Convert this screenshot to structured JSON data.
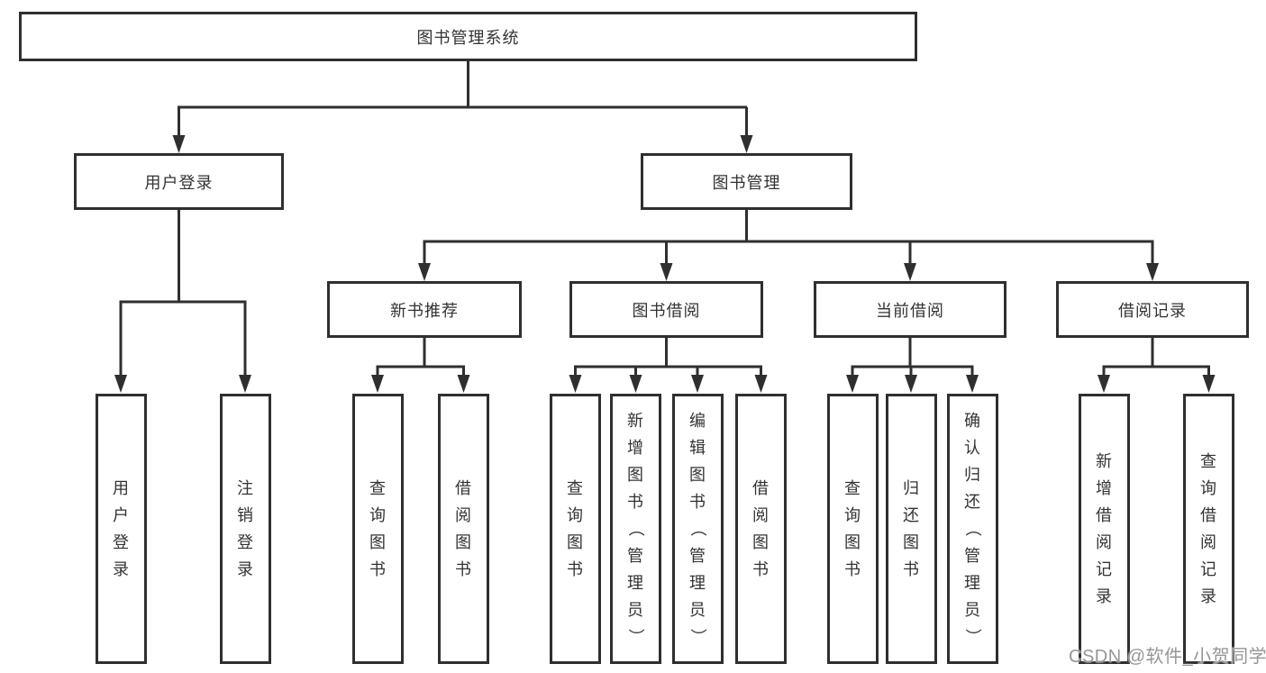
{
  "diagram": {
    "title": "图书管理系统",
    "tree": {
      "root": "图书管理系统",
      "branches": [
        {
          "label": "用户登录",
          "children": [
            {
              "label": "用户登录"
            },
            {
              "label": "注销登录"
            }
          ]
        },
        {
          "label": "图书管理",
          "children": [
            {
              "label": "新书推荐",
              "children": [
                {
                  "label": "查询图书"
                },
                {
                  "label": "借阅图书"
                }
              ]
            },
            {
              "label": "图书借阅",
              "children": [
                {
                  "label": "查询图书"
                },
                {
                  "label": "新增图书（管理员）"
                },
                {
                  "label": "编辑图书（管理员）"
                },
                {
                  "label": "借阅图书"
                }
              ]
            },
            {
              "label": "当前借阅",
              "children": [
                {
                  "label": "查询图书"
                },
                {
                  "label": "归还图书"
                },
                {
                  "label": "确认归还（管理员）"
                }
              ]
            },
            {
              "label": "借阅记录",
              "children": [
                {
                  "label": "新增借阅记录"
                },
                {
                  "label": "查询借阅记录"
                }
              ]
            }
          ]
        }
      ]
    },
    "colors": {
      "line": "#2f2f2f",
      "box_border": "#2f2f2f",
      "text": "#333333",
      "background": "#ffffff",
      "watermark": "#969696"
    }
  },
  "watermark": {
    "text": "CSDN @软件_小贺同学"
  }
}
